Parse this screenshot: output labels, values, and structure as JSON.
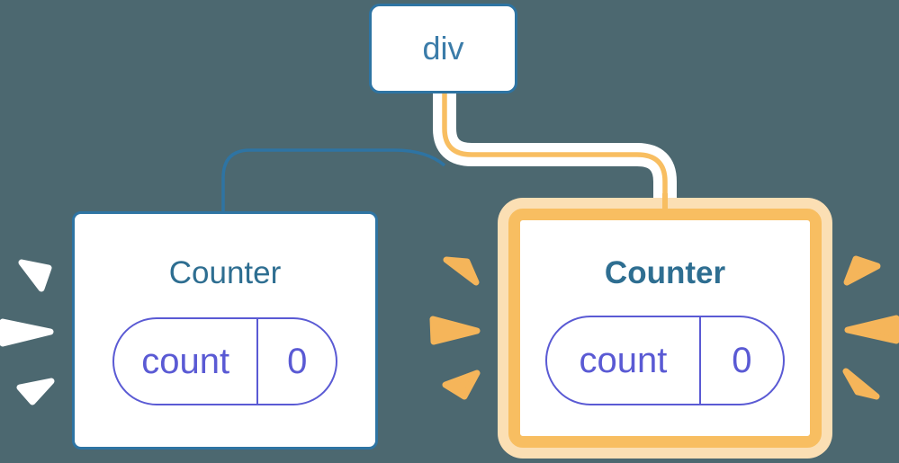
{
  "diagram": {
    "description": "React component tree: a div parent with two Counter children; the right Counter is highlighted with state preserved",
    "root": {
      "label": "div"
    },
    "components": [
      {
        "name": "Counter",
        "highlighted": false,
        "state": {
          "key": "count",
          "value": "0"
        }
      },
      {
        "name": "Counter",
        "highlighted": true,
        "state": {
          "key": "count",
          "value": "0"
        }
      }
    ],
    "colors": {
      "background": "#4C6870",
      "blue_stroke": "#2E74A3",
      "node_label_text": "#3B7CA9",
      "card_title_text": "#2E6E91",
      "state_purple": "#5A5AD4",
      "highlight_orange": "#F8BE61",
      "highlight_orange_light": "#FBDFB4",
      "spark_orange": "#F5B55A",
      "spark_white": "#FFFFFF",
      "card_background": "#FFFFFF"
    }
  }
}
